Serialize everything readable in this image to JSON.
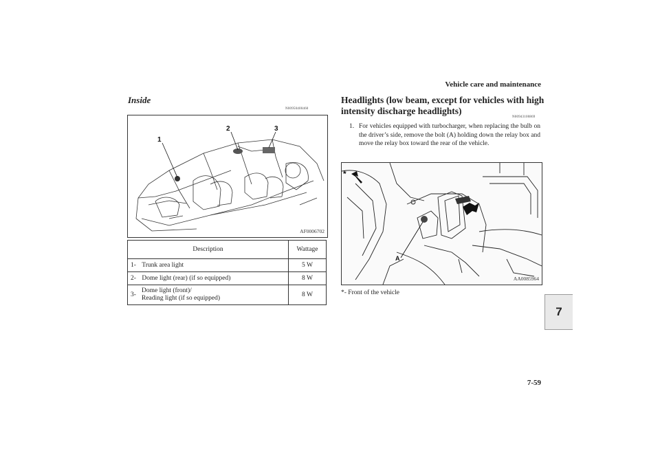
{
  "header": {
    "title": "Vehicle care and maintenance",
    "page_number": "7-59",
    "chapter_tab": "7"
  },
  "left": {
    "heading": "Inside",
    "code": "N00950400460",
    "figure": {
      "code": "AF0006702",
      "callouts": [
        "1",
        "2",
        "3"
      ]
    },
    "table": {
      "headers": [
        "Description",
        "Wattage"
      ],
      "rows": [
        {
          "num": "1-",
          "desc": "Trunk area light",
          "watt": "5 W"
        },
        {
          "num": "2-",
          "desc": "Dome light (rear) (if so equipped)",
          "watt": "8 W"
        },
        {
          "num": "3-",
          "desc_line1": "Dome light (front)/",
          "desc_line2": "Reading light (if so equipped)",
          "watt": "8 W"
        }
      ]
    }
  },
  "right": {
    "heading": "Headlights (low beam, except for vehicles with high intensity discharge headlights)",
    "code": "N00943100869",
    "step": {
      "num": "1.",
      "text": "For vehicles equipped with turbocharger, when replacing the bulb on the driver’s side, remove the bolt (A) holding down the relay box and move the relay box toward the rear of the vehicle."
    },
    "figure": {
      "code": "AA0085964",
      "star_label": "*",
      "a_label": "A"
    },
    "footnote": "*- Front of the vehicle"
  }
}
